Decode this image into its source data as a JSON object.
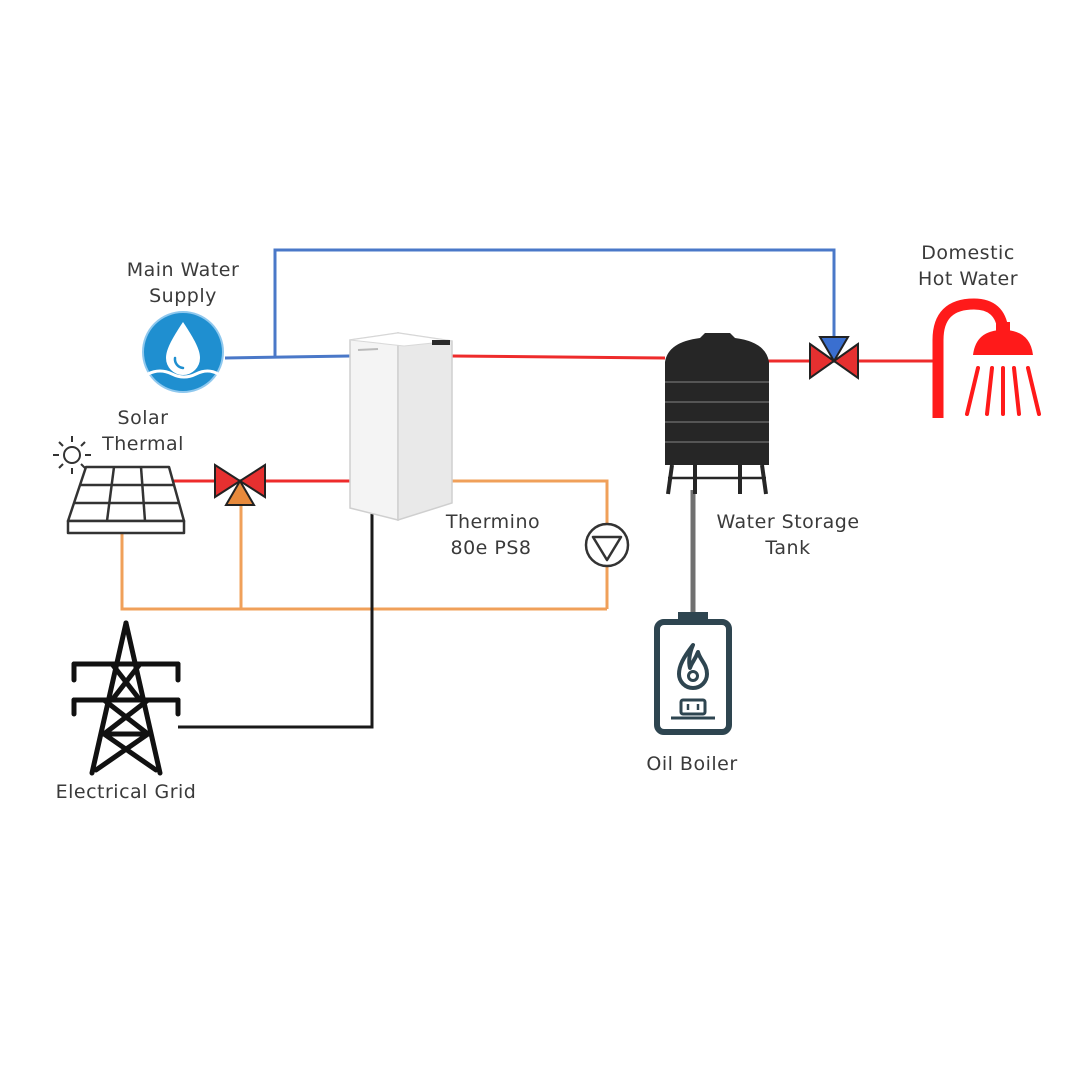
{
  "labels": {
    "main_water_supply": [
      "Main Water",
      "Supply"
    ],
    "solar_thermal": [
      "Solar",
      "Thermal"
    ],
    "thermino": [
      "Thermino",
      "80e PS8"
    ],
    "water_storage_tank": [
      "Water Storage",
      "Tank"
    ],
    "domestic_hot_water": [
      "Domestic",
      "Hot Water"
    ],
    "oil_boiler": "Oil Boiler",
    "electrical_grid": "Electrical Grid"
  },
  "colors": {
    "cold_pipe": "#4a78c8",
    "hot_pipe": "#ee2b2b",
    "loop_pipe": "#f0a05a",
    "electric": "#1a1a1a",
    "boiler_pipe": "#707070",
    "shower": "#ff1a1a",
    "tank": "#262626",
    "boiler": "#2e4550",
    "water_drop": "#1f8fd0"
  },
  "icons": [
    "water-drop-icon",
    "sun-icon",
    "solar-panel-icon",
    "valve-icon",
    "pump-icon",
    "tank-icon",
    "shower-icon",
    "boiler-icon",
    "pylon-icon"
  ]
}
